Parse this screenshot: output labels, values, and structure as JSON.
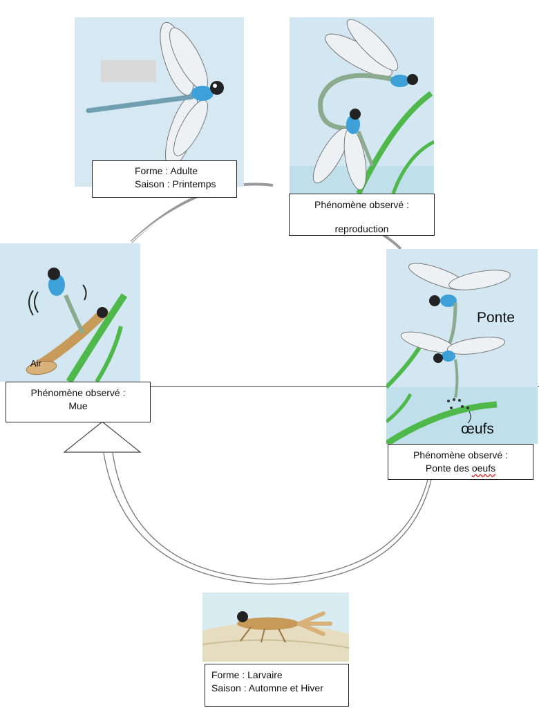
{
  "colors": {
    "sky": "#cfe5f1",
    "water": "#bfe0ea",
    "grass": "#4fb84a",
    "dragonfly_blue": "#3ea0d8",
    "larva_brown": "#c89a5a",
    "wing": "#e9eef2"
  },
  "adult": {
    "forme": "Forme : Adulte",
    "saison": "Saison : Printemps"
  },
  "reproduction": {
    "title": "Phénomène observé :",
    "value": "reproduction"
  },
  "ponte": {
    "picture_label": "Ponte",
    "eggs_label": "œufs",
    "title": "Phénomène observé :",
    "value_pre": "Ponte des ",
    "value_word": "oeufs"
  },
  "mue": {
    "air_label": "Air",
    "title": "Phénomène observé :",
    "value": "Mue"
  },
  "larva": {
    "forme": "Forme :  Larvaire",
    "saison": "Saison : Automne et Hiver"
  }
}
